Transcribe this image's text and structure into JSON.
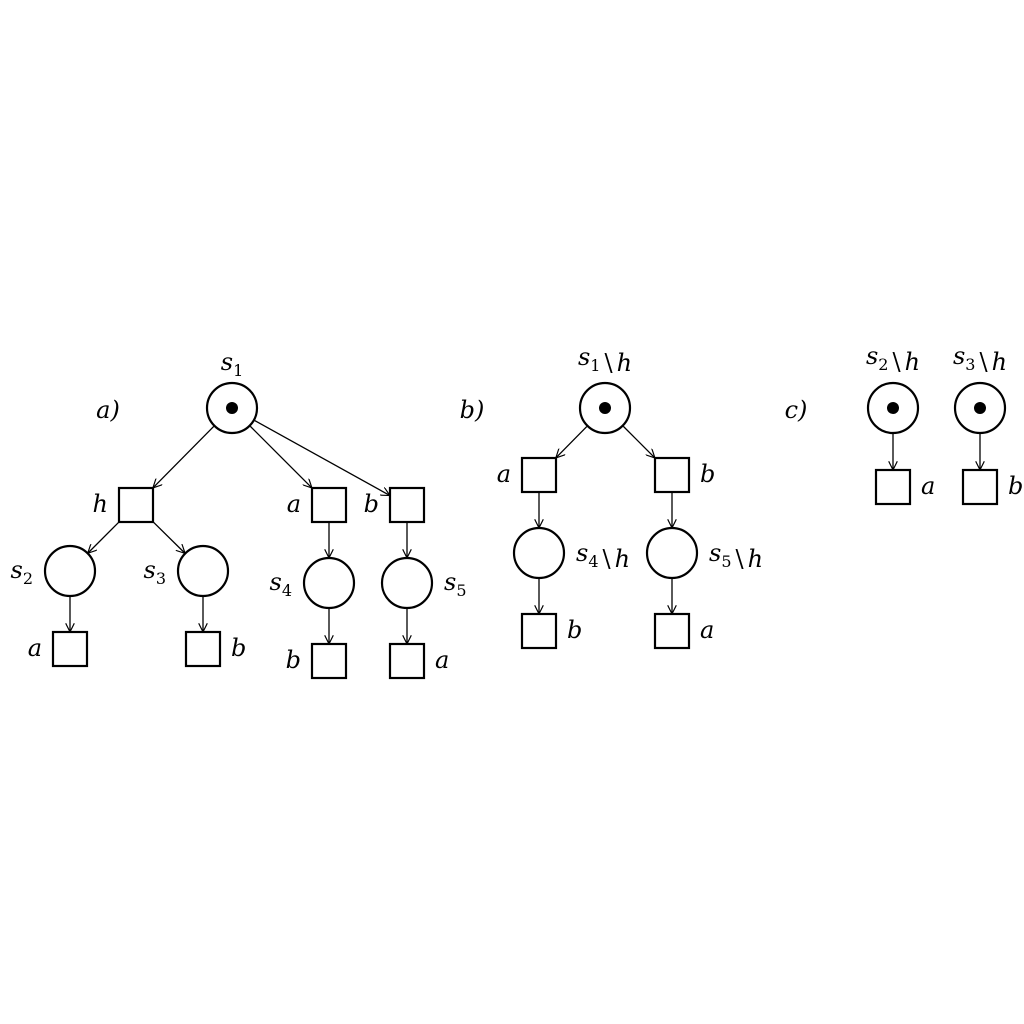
{
  "panels": [
    {
      "id": "a",
      "label": "a)",
      "places": [
        {
          "id": "a_s1",
          "label": "s1",
          "tokens": 1
        },
        {
          "id": "a_s2",
          "label": "s2",
          "tokens": 0
        },
        {
          "id": "a_s3",
          "label": "s3",
          "tokens": 0
        },
        {
          "id": "a_s4",
          "label": "s4",
          "tokens": 0
        },
        {
          "id": "a_s5",
          "label": "s5",
          "tokens": 0
        }
      ],
      "transitions": [
        {
          "id": "a_h",
          "label": "h"
        },
        {
          "id": "a_a1",
          "label": "a"
        },
        {
          "id": "a_b1",
          "label": "b"
        },
        {
          "id": "a_a2",
          "label": "a"
        },
        {
          "id": "a_b2",
          "label": "b"
        },
        {
          "id": "a_b3",
          "label": "b"
        },
        {
          "id": "a_a3",
          "label": "a"
        }
      ],
      "arcs": [
        [
          "a_s1",
          "a_h"
        ],
        [
          "a_s1",
          "a_a1"
        ],
        [
          "a_s1",
          "a_b1"
        ],
        [
          "a_h",
          "a_s2"
        ],
        [
          "a_h",
          "a_s3"
        ],
        [
          "a_a1",
          "a_s4"
        ],
        [
          "a_b1",
          "a_s5"
        ],
        [
          "a_s2",
          "a_a2"
        ],
        [
          "a_s3",
          "a_b2"
        ],
        [
          "a_s4",
          "a_b3"
        ],
        [
          "a_s5",
          "a_a3"
        ]
      ]
    },
    {
      "id": "b",
      "label": "b)",
      "places": [
        {
          "id": "b_s1",
          "label": "s1 \\ h",
          "tokens": 1
        },
        {
          "id": "b_s4",
          "label": "s4 \\ h",
          "tokens": 0
        },
        {
          "id": "b_s5",
          "label": "s5 \\ h",
          "tokens": 0
        }
      ],
      "transitions": [
        {
          "id": "b_a1",
          "label": "a"
        },
        {
          "id": "b_b1",
          "label": "b"
        },
        {
          "id": "b_b2",
          "label": "b"
        },
        {
          "id": "b_a2",
          "label": "a"
        }
      ],
      "arcs": [
        [
          "b_s1",
          "b_a1"
        ],
        [
          "b_s1",
          "b_b1"
        ],
        [
          "b_a1",
          "b_s4"
        ],
        [
          "b_b1",
          "b_s5"
        ],
        [
          "b_s4",
          "b_b2"
        ],
        [
          "b_s5",
          "b_a2"
        ]
      ]
    },
    {
      "id": "c",
      "label": "c)",
      "places": [
        {
          "id": "c_s2",
          "label": "s2 \\ h",
          "tokens": 1
        },
        {
          "id": "c_s3",
          "label": "s3 \\ h",
          "tokens": 1
        }
      ],
      "transitions": [
        {
          "id": "c_a",
          "label": "a"
        },
        {
          "id": "c_b",
          "label": "b"
        }
      ],
      "arcs": [
        [
          "c_s2",
          "c_a"
        ],
        [
          "c_s3",
          "c_b"
        ]
      ]
    }
  ]
}
